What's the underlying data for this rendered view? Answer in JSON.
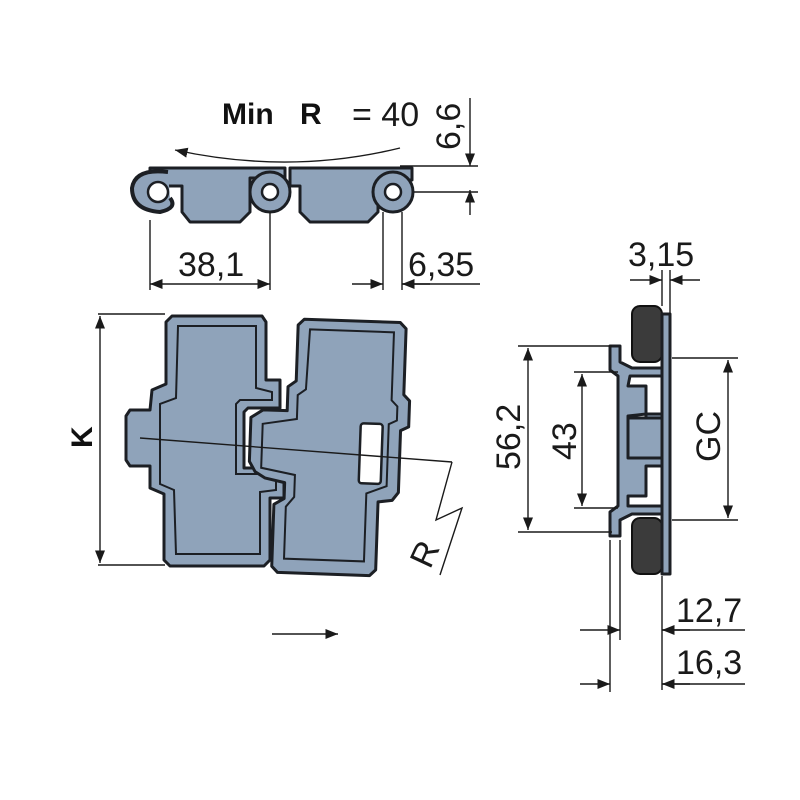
{
  "labels": {
    "min": "Min",
    "r_bold": "R",
    "radius_value": "= 40",
    "thickness": "6,6",
    "pitch": "38,1",
    "hinge": "6,35",
    "k": "K",
    "r": "R",
    "side_top": "3,15",
    "height_outer": "56,2",
    "height_inner": "43",
    "gc": "GC",
    "width_a": "12,7",
    "width_b": "16,3"
  },
  "colors": {
    "plate": "#8fa3ba",
    "outline": "#1c1f24",
    "rubber": "#3b3b3b"
  },
  "icons": {
    "direction": "arrow-right-icon"
  }
}
